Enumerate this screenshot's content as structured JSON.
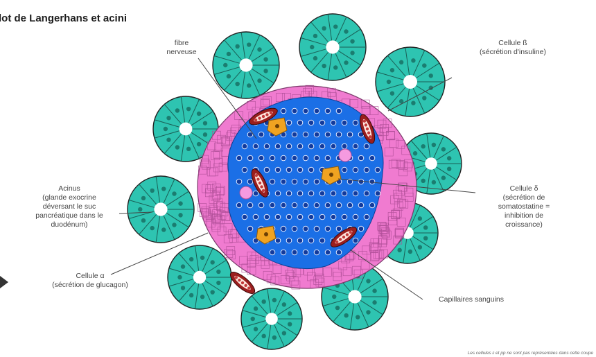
{
  "title": "lot de Langerhans et acini",
  "labels": {
    "fibre": [
      "fibre",
      "nerveuse"
    ],
    "beta": [
      "Cellule ß",
      "(sécrétion d'insuline)"
    ],
    "acinus": [
      "Acinus",
      "(glande exocrine",
      "déversant le suc",
      "pancréatique dans le",
      "duodénum)"
    ],
    "delta": [
      "Cellule δ",
      "(sécrétion de",
      "somatostatine =",
      "inhibition de",
      "croissance)"
    ],
    "alpha": [
      "Cellule α",
      "(sécrétion de glucagon)"
    ],
    "capillaires": [
      "Capillaires sanguins"
    ]
  },
  "note": "Les cellules ε et pp ne sont pas représentées dans cette coupe",
  "colors": {
    "acinus_fill": "#2ec4b1",
    "acinus_cell_line": "#1a5e55",
    "islet_pink": "#f07bd0",
    "beta_blue": "#1b6fe6",
    "nucleus_dark": "#123a9c",
    "delta_orange": "#f0a321",
    "capillary_red": "#9b1e1e",
    "alpha_pink": "#f59ae0"
  }
}
